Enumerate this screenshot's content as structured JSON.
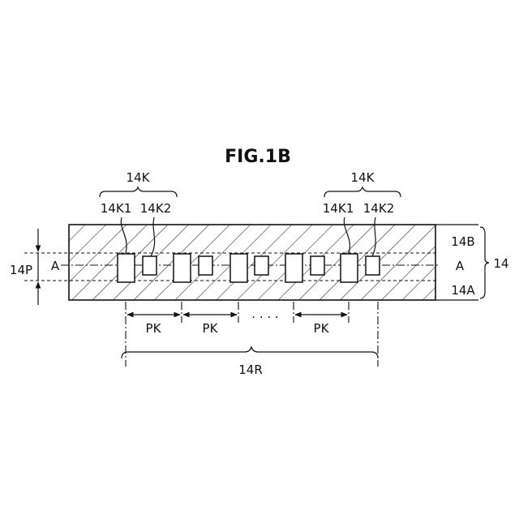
{
  "figure": {
    "title": "FIG.1B",
    "group_label": "14K",
    "element_1_label": "14K1",
    "element_2_label": "14K2",
    "layer_upper_label": "14B",
    "layer_lower_label": "14A",
    "substrate_label": "14",
    "axis_label": "A",
    "thickness_label": "14P",
    "pitch_label": "PK",
    "ellipsis": ". . . .",
    "region_label": "14R"
  }
}
